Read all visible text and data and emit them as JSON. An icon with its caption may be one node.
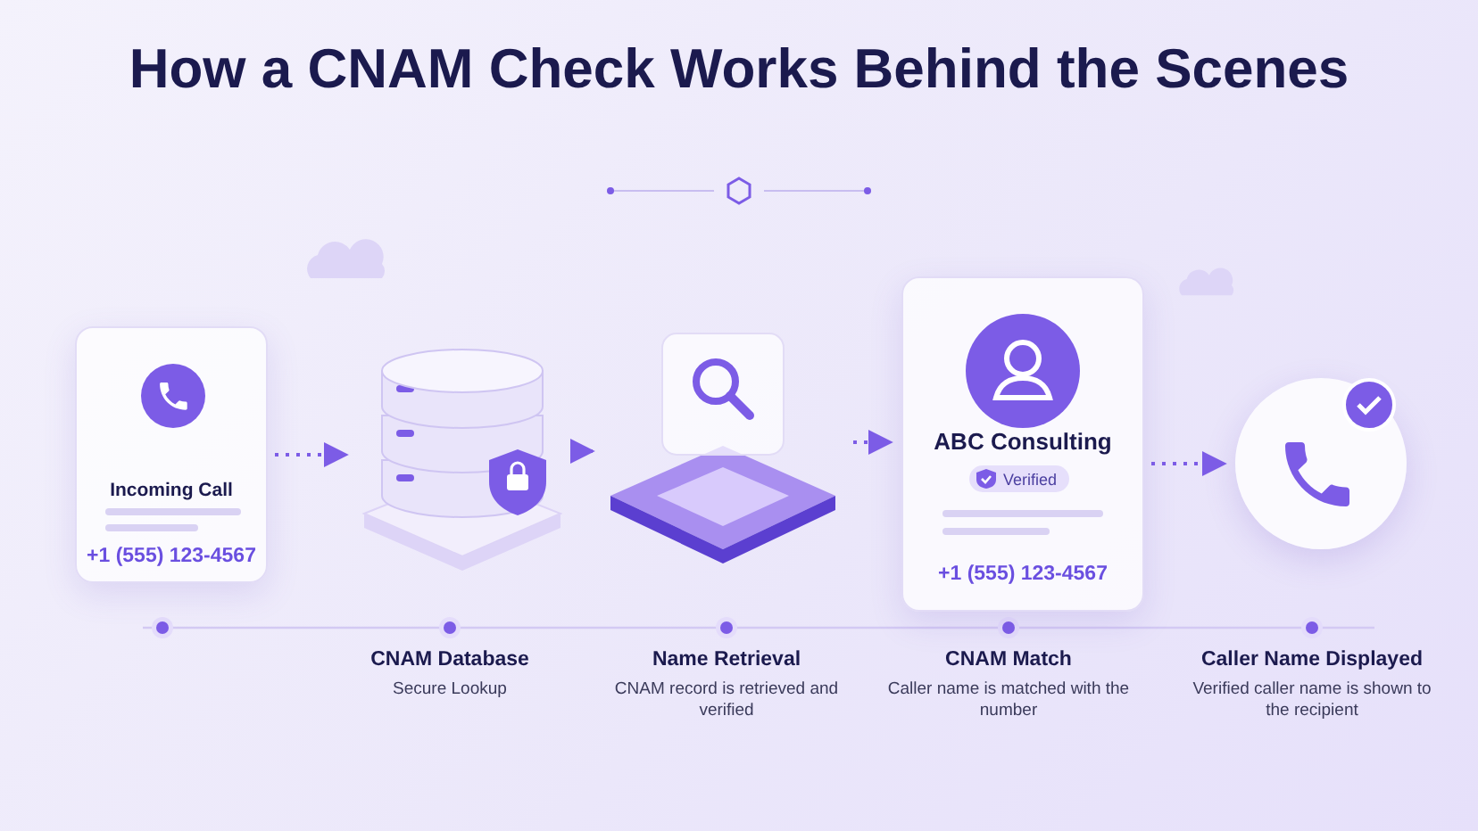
{
  "diagram": {
    "title": "How a CNAM Check Works Behind the Scenes",
    "nodes": [
      {
        "text": [
          "Incoming Call",
          "+1 (555) 123-4567"
        ]
      },
      {
        "text": [],
        "shape": "cylinder",
        "beside": [
          "CNAM Database",
          "Secure Lookup"
        ]
      },
      {
        "text": [],
        "shape": "picture",
        "beside": [
          "Name Retrieval",
          "CNAM record is retrieved and verified"
        ]
      },
      {
        "text": [
          "ABC Consulting",
          "Verified",
          "+1 (555) 123-4567"
        ],
        "beside": [
          "CNAM Match",
          "Caller name is matched with the number"
        ]
      },
      {
        "text": [],
        "shape": "circle",
        "beside": [
          "Caller Name Displayed",
          "Verified caller name is shown to the recipient"
        ]
      }
    ],
    "edges": [
      {
        "from": 0,
        "to": 1,
        "arrow": "to",
        "style": "dashed"
      },
      {
        "from": 1,
        "to": 2,
        "arrow": "to",
        "style": "dashed"
      },
      {
        "from": 2,
        "to": 3,
        "arrow": "to",
        "style": "dashed"
      },
      {
        "from": 3,
        "to": 4,
        "arrow": "to",
        "style": "dashed"
      }
    ]
  }
}
